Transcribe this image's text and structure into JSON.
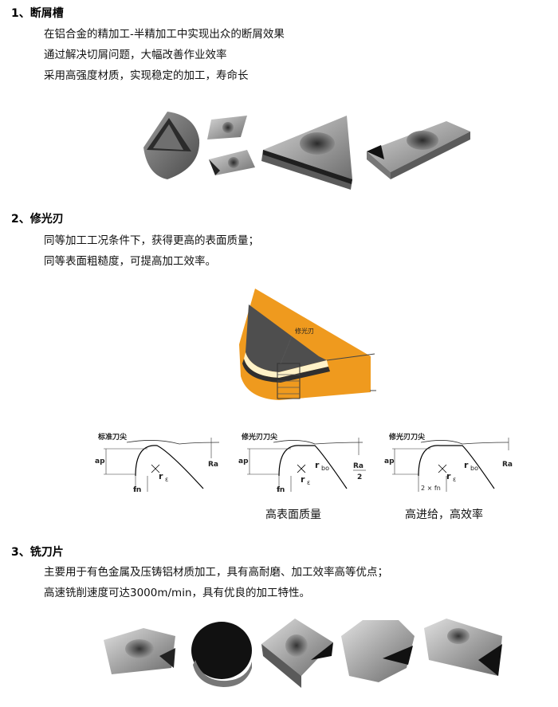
{
  "sections": [
    {
      "heading": "1、断屑槽",
      "lines": [
        "在铝合金的精加工-半精加工中实现出众的断屑效果",
        "通过解决切屑问题，大幅改善作业效率",
        "采用高强度材质，实现稳定的加工，寿命长"
      ]
    },
    {
      "heading": "2、修光刃",
      "lines": [
        "同等加工工况条件下，获得更高的表面质量；",
        "同等表面粗糙度，可提高加工效率。"
      ]
    },
    {
      "heading": "3、铣刀片",
      "lines": [
        "主要用于有色金属及压铸铝材质加工，具有高耐磨、加工效率高等优点；",
        "高速铣削速度可达3000m/min，具有优良的加工特性。"
      ]
    }
  ],
  "wiper_figure": {
    "label": "修光刃"
  },
  "profiles": [
    {
      "title": "标准刀尖",
      "ap": "ap",
      "fn": "fn",
      "r": "r",
      "r_sub": "ε",
      "ra": "Ra"
    },
    {
      "title": "修光刃刀尖",
      "ap": "ap",
      "fn": "fn",
      "r": "r",
      "r_sub": "ε",
      "rbo": "r",
      "rbo_sub": "bo",
      "ra_top": "Ra",
      "ra_bottom": "2"
    },
    {
      "title": "修光刃刀尖",
      "ap": "ap",
      "fn": "2 × fn",
      "r": "r",
      "r_sub": "ε",
      "rbo": "r",
      "rbo_sub": "bo",
      "ra": "Ra"
    }
  ],
  "captions": {
    "left": "高表面质量",
    "right": "高进给，高效率"
  }
}
